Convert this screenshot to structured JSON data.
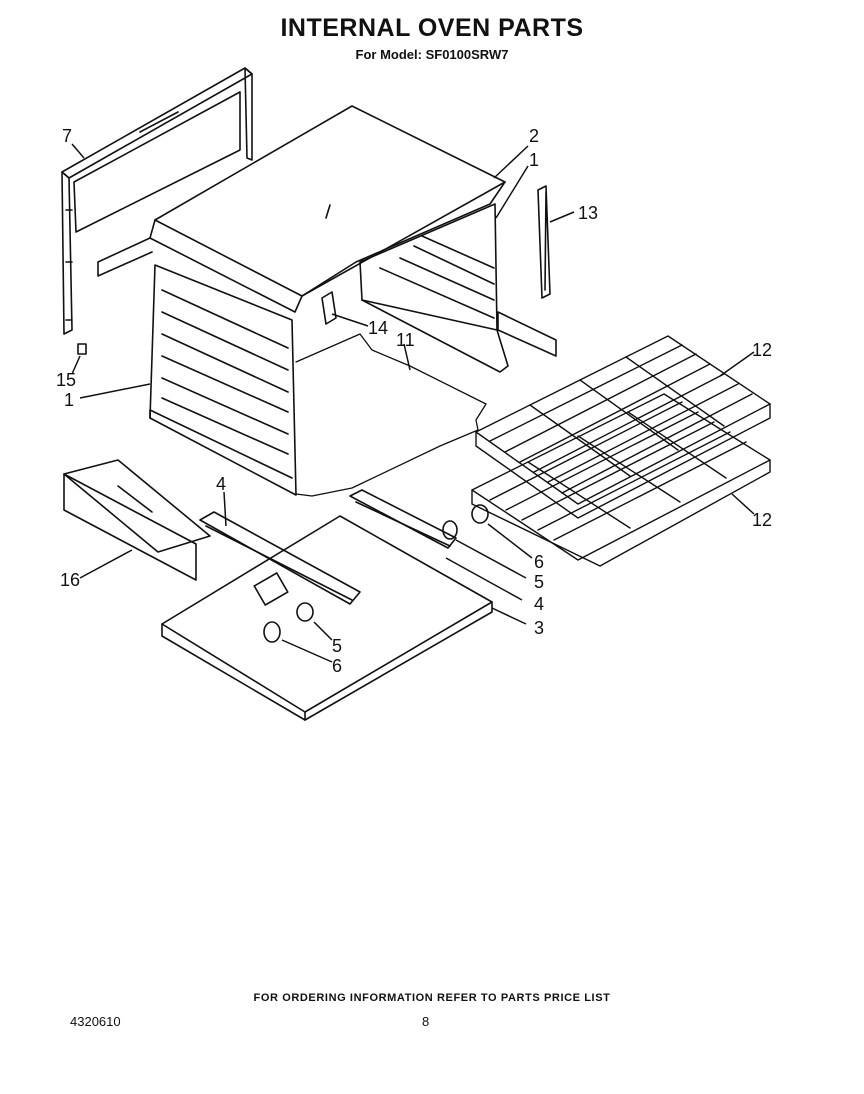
{
  "header": {
    "title": "INTERNAL OVEN PARTS",
    "subtitle": "For Model: SF0100SRW7"
  },
  "callouts": [
    "7",
    "2",
    "1",
    "13",
    "14",
    "11",
    "15",
    "1",
    "12",
    "12",
    "4",
    "6",
    "5",
    "4",
    "3",
    "16",
    "5",
    "6"
  ],
  "footer": {
    "ordering_note": "FOR ORDERING INFORMATION REFER TO PARTS PRICE LIST",
    "doc_number": "4320610",
    "page_number": "8"
  }
}
